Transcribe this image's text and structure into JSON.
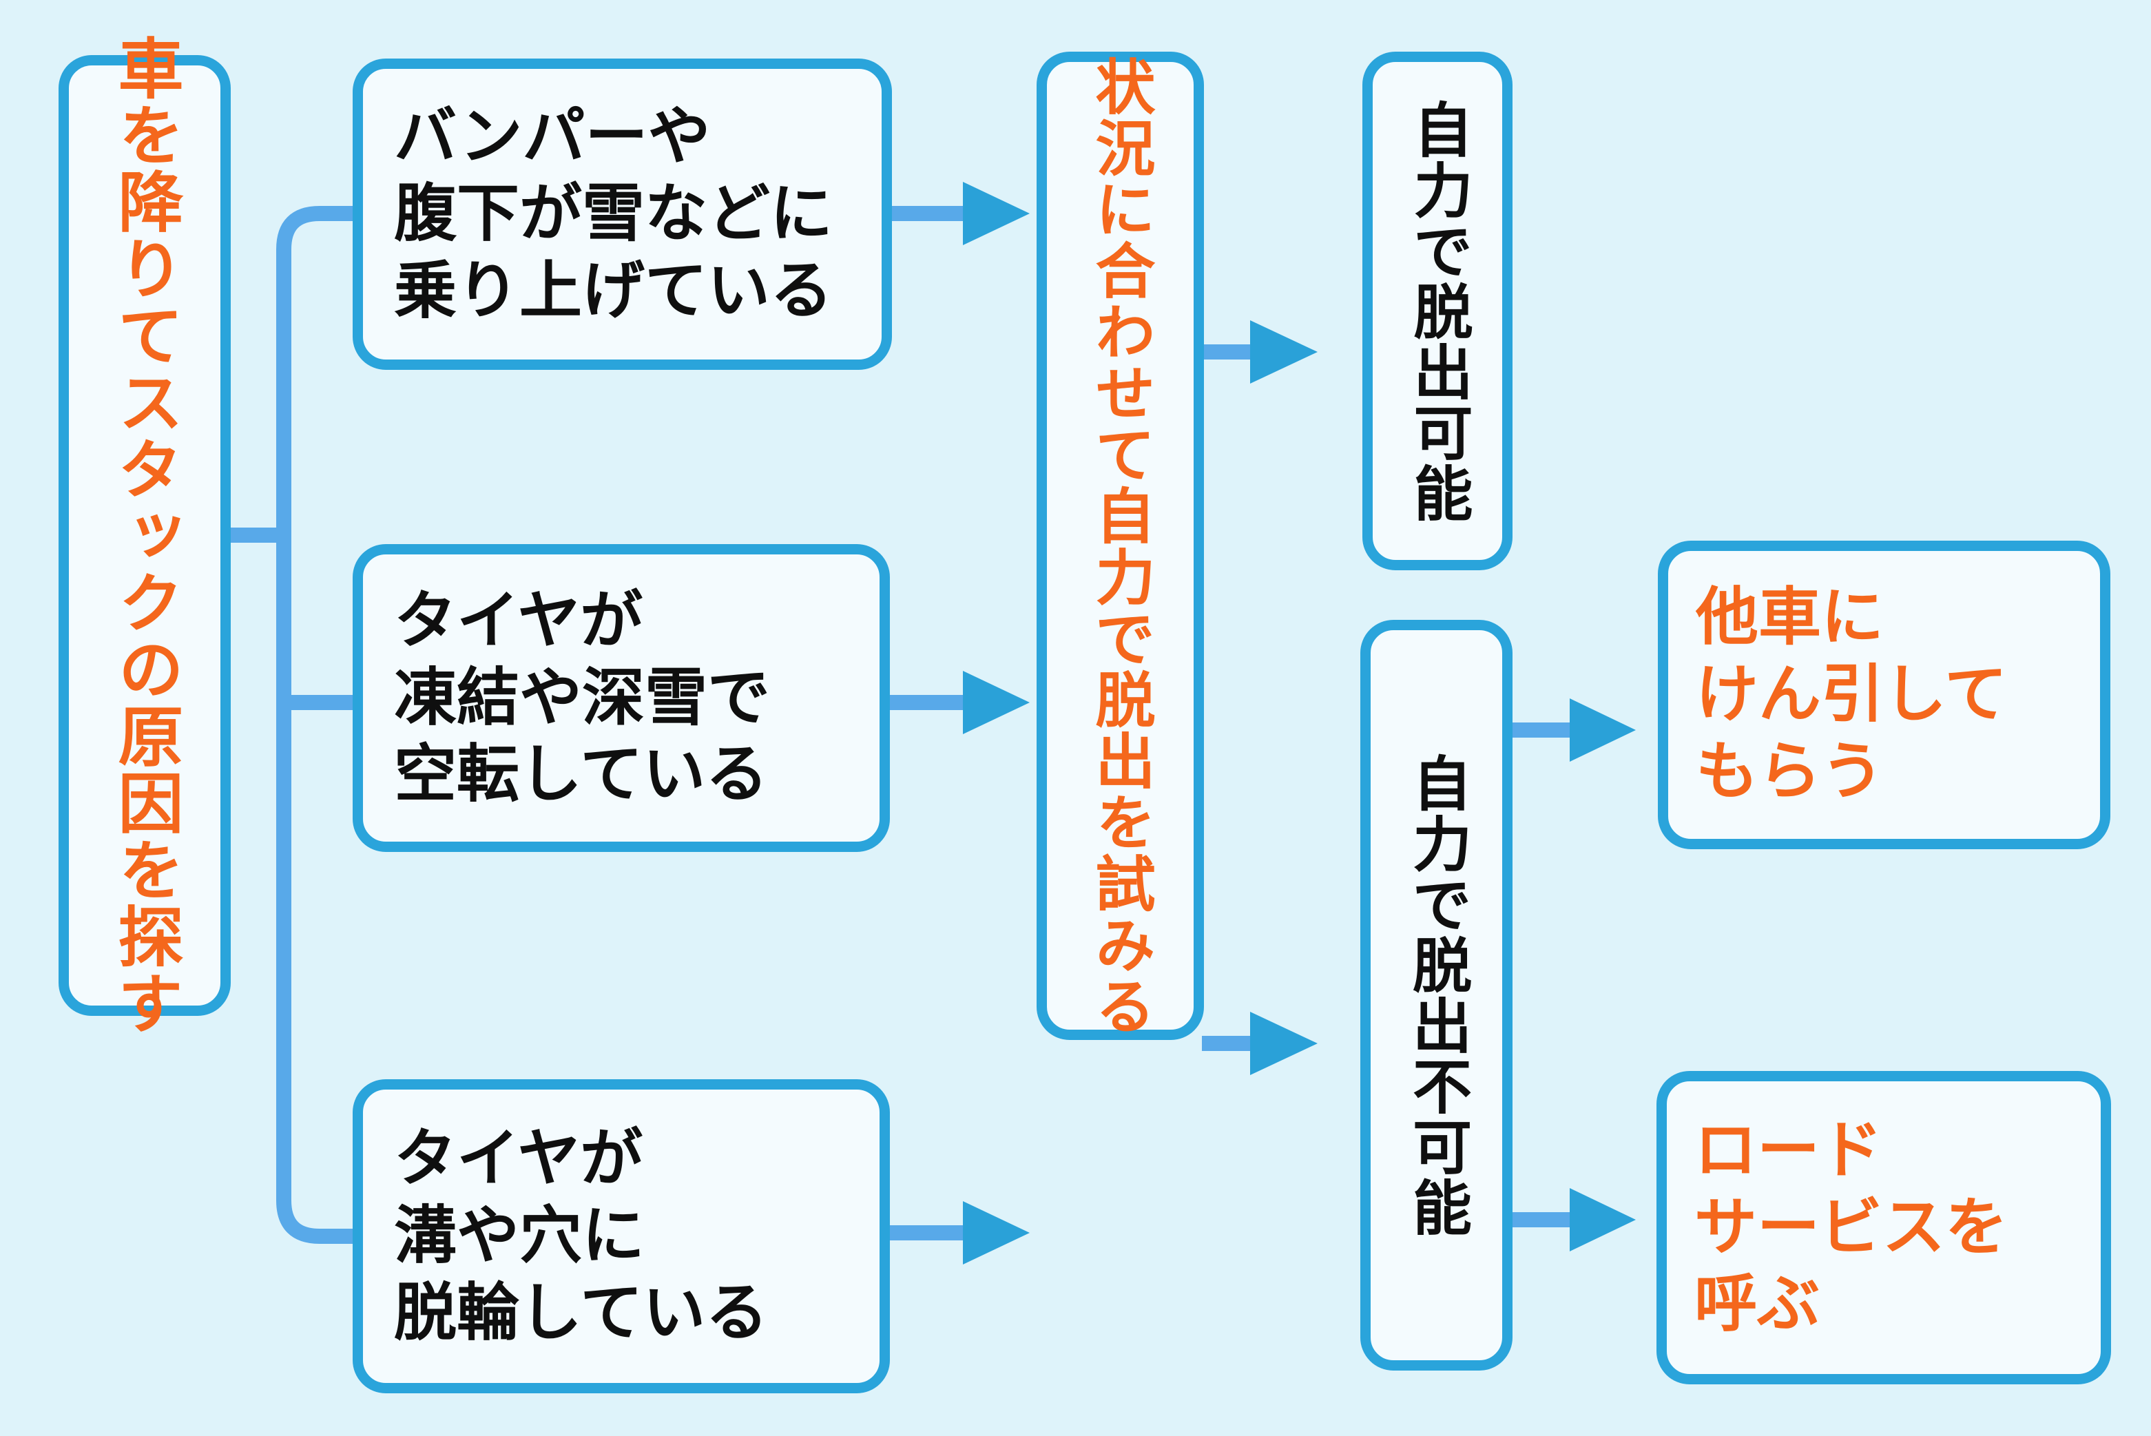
{
  "flowchart": {
    "title_note": "winter car stuck escape flowchart",
    "colors": {
      "background": "#def3fa",
      "node_fill": "#f4fbfe",
      "node_border": "#2aa4db",
      "connector": "#58a9e9",
      "arrowhead": "#2aa1d8",
      "accent_orange": "#f4671c",
      "text_black": "#0f0f0f"
    },
    "nodes": {
      "start": {
        "label": "車を降りてスタックの原因を探す"
      },
      "cause_bumper": {
        "label": "バンパーや\n腹下が雪などに\n乗り上げている"
      },
      "cause_spin": {
        "label": "タイヤが\n凍結や深雪で\n空転している"
      },
      "cause_ditch": {
        "label": "タイヤが\n溝や穴に\n脱輪している"
      },
      "attempt": {
        "label": "状況に合わせて自力で脱出を試みる"
      },
      "possible": {
        "label": "自力で脱出可能"
      },
      "impossible": {
        "label": "自力で脱出不可能"
      },
      "tow": {
        "label": "他車に\nけん引して\nもらう"
      },
      "road_service": {
        "label": "ロード\nサービスを\n呼ぶ"
      }
    },
    "edges": [
      {
        "from": "start",
        "to": "cause_bumper",
        "arrow": false
      },
      {
        "from": "start",
        "to": "cause_spin",
        "arrow": false
      },
      {
        "from": "start",
        "to": "cause_ditch",
        "arrow": false
      },
      {
        "from": "cause_bumper",
        "to": "attempt",
        "arrow": true
      },
      {
        "from": "cause_spin",
        "to": "attempt",
        "arrow": true
      },
      {
        "from": "cause_ditch",
        "to": "attempt",
        "arrow": true
      },
      {
        "from": "attempt",
        "to": "possible",
        "arrow": true
      },
      {
        "from": "attempt",
        "to": "impossible",
        "arrow": true
      },
      {
        "from": "impossible",
        "to": "tow",
        "arrow": true
      },
      {
        "from": "impossible",
        "to": "road_service",
        "arrow": true
      }
    ]
  }
}
